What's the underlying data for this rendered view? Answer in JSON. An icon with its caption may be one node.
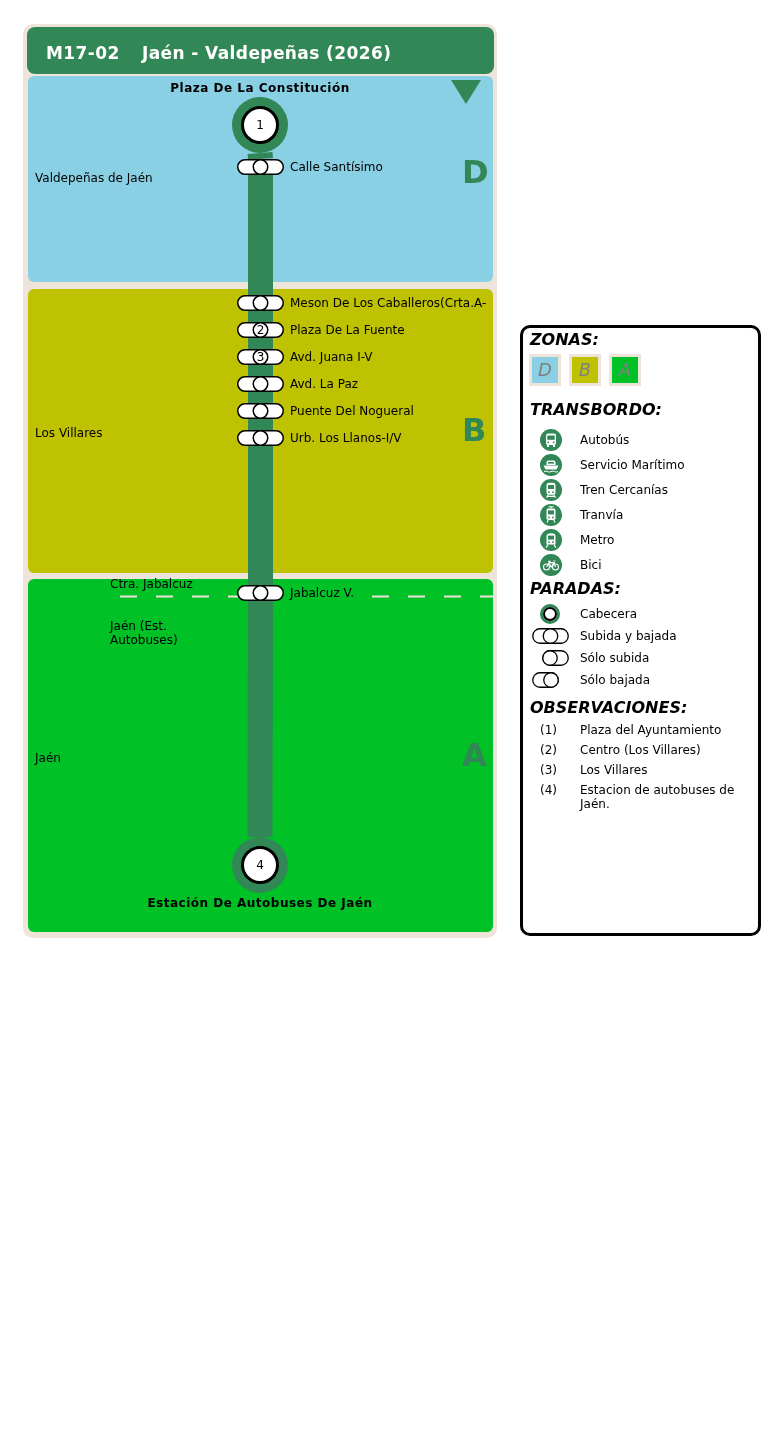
{
  "diagram": {
    "nodes": [
      {
        "text": [
          "M17-02",
          "Jaén - Valdepeñas (2026)"
        ]
      },
      {
        "text": [
          "Valdepeñas de Jaén",
          "D"
        ]
      },
      {
        "text": [
          "1"
        ],
        "in": 1,
        "beside": [
          "Plaza De La Constitución"
        ]
      },
      {
        "text": [],
        "shape": "pill",
        "in": 1,
        "beside": [
          "Calle Santísimo"
        ]
      },
      {
        "text": [
          "Los Villares",
          "B"
        ]
      },
      {
        "text": [],
        "shape": "pill",
        "in": 4,
        "beside": [
          "Meson De Los Caballeros(Crta.A-"
        ]
      },
      {
        "text": [
          "2"
        ],
        "in": 4,
        "beside": [
          "Plaza De La Fuente"
        ]
      },
      {
        "text": [
          "3"
        ],
        "in": 4,
        "beside": [
          "Avd. Juana I-V"
        ]
      },
      {
        "text": [],
        "shape": "pill",
        "in": 4,
        "beside": [
          "Avd. La Paz"
        ]
      },
      {
        "text": [],
        "shape": "pill",
        "in": 4,
        "beside": [
          "Puente Del Nogueral"
        ]
      },
      {
        "text": [],
        "shape": "pill",
        "in": 4,
        "beside": [
          "Urb. Los Llanos-I/V"
        ]
      },
      {
        "text": [
          "Ctra. Jabalcuz",
          "Jaén (Est. Autobuses)",
          "Jaén",
          "A"
        ]
      },
      {
        "text": [],
        "shape": "pill",
        "in": 11,
        "beside": [
          "Jabalcuz V."
        ]
      },
      {
        "text": [
          "4"
        ],
        "in": 11,
        "beside": [
          "Estación De Autobuses De Jaén"
        ]
      }
    ],
    "edges": [
      {
        "from": 2,
        "to": 3,
        "arrow": "none"
      },
      {
        "from": 3,
        "to": 5,
        "arrow": "none"
      },
      {
        "from": 5,
        "to": 6,
        "arrow": "none"
      },
      {
        "from": 6,
        "to": 7,
        "arrow": "none"
      },
      {
        "from": 7,
        "to": 8,
        "arrow": "none"
      },
      {
        "from": 8,
        "to": 9,
        "arrow": "none"
      },
      {
        "from": 9,
        "to": 10,
        "arrow": "none"
      },
      {
        "from": 10,
        "to": 12,
        "arrow": "none"
      },
      {
        "from": 12,
        "to": 13,
        "arrow": "none"
      }
    ],
    "labels": [
      "ZONAS:",
      "TRANSBORDO:",
      "PARADAS:",
      "OBSERVACIONES:",
      "(1)",
      "Plaza del Ayuntamiento",
      "(2)",
      "Centro (Los Villares)",
      "(3)",
      "Los Villares",
      "(4)",
      "Estacion de autobuses de Jaén."
    ],
    "legend": [
      {
        "text": "D",
        "color": "#89d0e4"
      },
      {
        "text": "B",
        "color": "#bfc200"
      },
      {
        "text": "A",
        "color": "#00c126"
      },
      {
        "text": "Autobús"
      },
      {
        "text": "Servicio Marítimo"
      },
      {
        "text": "Tren Cercanías"
      },
      {
        "text": "Tranvía"
      },
      {
        "text": "Metro"
      },
      {
        "text": "Bici"
      },
      {
        "text": "Cabecera"
      },
      {
        "text": "Subida y bajada"
      },
      {
        "text": "Sólo subida"
      },
      {
        "text": "Sólo bajada"
      }
    ]
  }
}
